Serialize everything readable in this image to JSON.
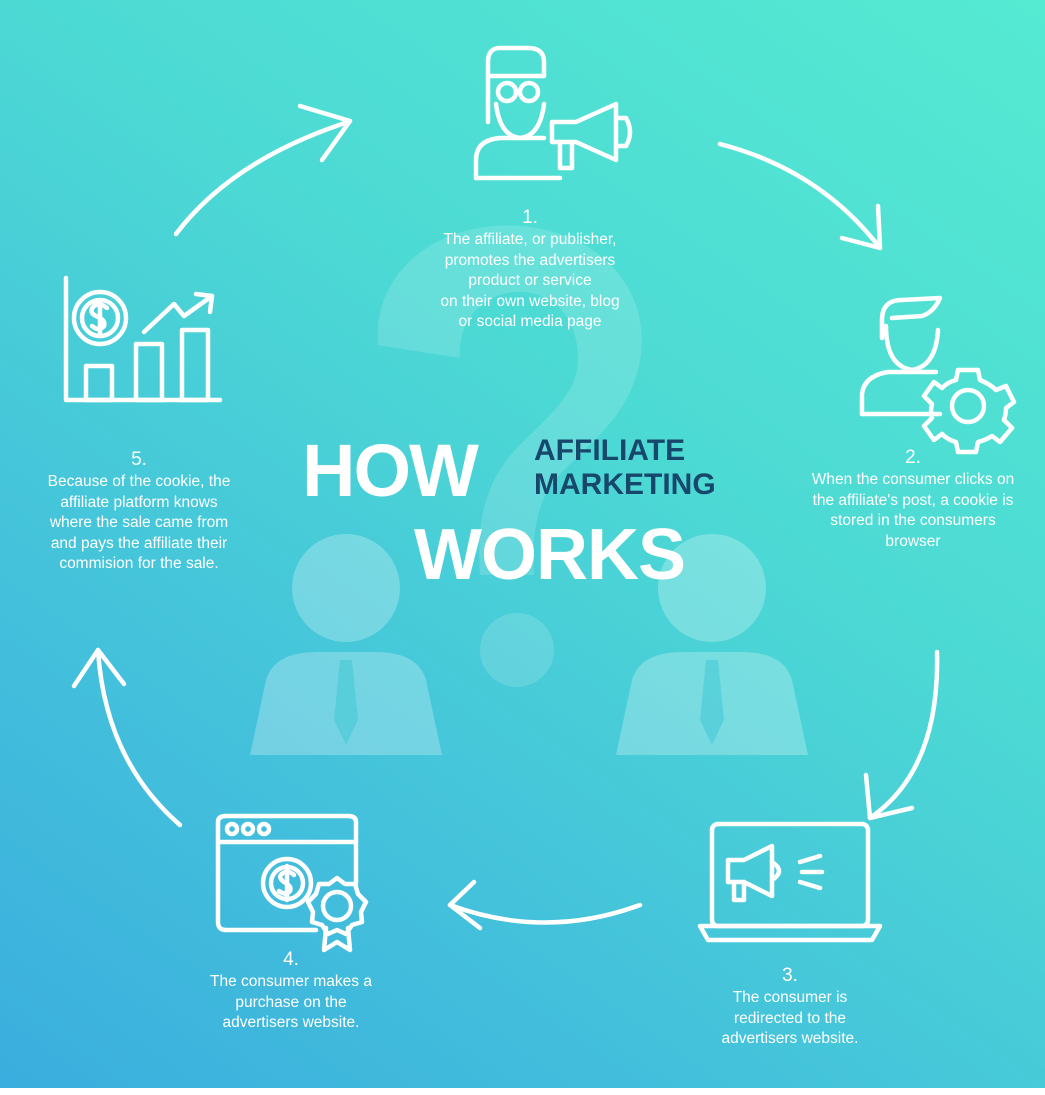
{
  "title": {
    "how": "HOW",
    "affiliate": "AFFILIATE",
    "marketing": "MARKETING",
    "works": "WORKS"
  },
  "steps": [
    {
      "number": "1.",
      "lines": [
        "The affiliate, or publisher,",
        "promotes the advertisers",
        "product or service",
        "on their own website, blog",
        "or social media page"
      ],
      "icon": "person-megaphone-icon"
    },
    {
      "number": "2.",
      "lines": [
        "When the consumer clicks on",
        "the affiliate's post, a cookie is",
        "stored in the consumers",
        "browser"
      ],
      "icon": "person-gear-icon"
    },
    {
      "number": "3.",
      "lines": [
        "The consumer is",
        "redirected to the",
        "advertisers website."
      ],
      "icon": "laptop-megaphone-icon"
    },
    {
      "number": "4.",
      "lines": [
        "The consumer makes a",
        "purchase on the",
        "advertisers website."
      ],
      "icon": "browser-coin-badge-icon"
    },
    {
      "number": "5.",
      "lines": [
        "Because of the cookie, the",
        "affiliate platform knows",
        "where the sale came from",
        "and pays the affiliate their",
        "commision for the sale."
      ],
      "icon": "dollar-growth-chart-icon"
    }
  ],
  "colors": {
    "gradient_top": "#55ead2",
    "gradient_bottom": "#3aaede",
    "title_dark": "#17476b",
    "foreground": "#ffffff"
  }
}
